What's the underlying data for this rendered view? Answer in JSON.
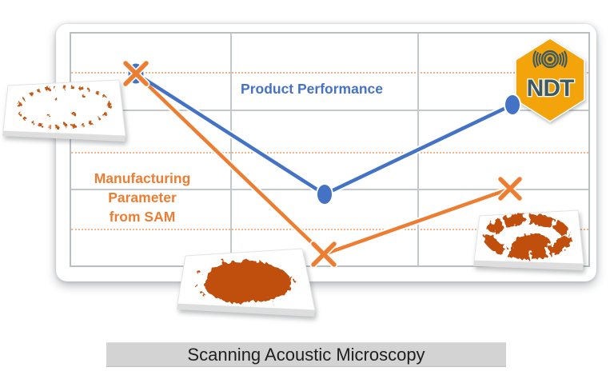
{
  "colors": {
    "series_blue": "#4472C4",
    "series_orange": "#ED7D31",
    "dashed_gridline_orange": "#F2B488",
    "gridline_gray": "#C3C8CB",
    "scan_pattern_orange": "#C05A17",
    "logo_amber": "#F3A40B",
    "logo_dark_slate": "#3E5A60",
    "caption_bg": "#D3D3D3"
  },
  "chart": {
    "blue_label": "Product Performance",
    "orange_label": {
      "line1": "Manufacturing",
      "line2": "Parameter",
      "line3": "from SAM"
    }
  },
  "logo": {
    "text": "NDT"
  },
  "caption": {
    "text": "Scanning Acoustic Microscopy"
  },
  "icons": {
    "logo_icon": "acoustic-bullseye-with-sound-waves-icon",
    "marker_blue": "ellipse-marker",
    "marker_orange": "x-marker"
  },
  "scan_images": [
    {
      "name": "sam-scan-top-left",
      "pattern": "sparse speckled elliptical ring"
    },
    {
      "name": "sam-scan-bottom-center",
      "pattern": "dense solid irregular blob"
    },
    {
      "name": "sam-scan-right",
      "pattern": "dense jagged ring with center blob"
    }
  ],
  "chart_data": {
    "type": "line",
    "x": [
      1,
      2,
      3
    ],
    "series": [
      {
        "name": "Product Performance",
        "color": "#4472C4",
        "marker": "ellipse",
        "values_grid_units": [
          5.0,
          1.9,
          4.2
        ]
      },
      {
        "name": "Manufacturing Parameter from SAM",
        "color": "#ED7D31",
        "marker": "x",
        "values_grid_units": [
          5.0,
          0.3,
          2.0
        ]
      }
    ],
    "title": "",
    "xlabel": "",
    "ylabel": "",
    "axis_ticks_labeled": false,
    "grid": "on",
    "ylim_grid_units": [
      0,
      6
    ],
    "gridlines": {
      "horizontal_solid_rows_grid_units": [
        0,
        2,
        4,
        6
      ],
      "horizontal_dashed_orange_rows_grid_units": [
        1,
        3,
        5
      ],
      "vertical_divisions": 3
    },
    "legend_position": "none (labels annotated inline on plot)",
    "annotations": [
      "Product Performance",
      "Manufacturing Parameter from SAM",
      "NDT",
      "Scanning Acoustic Microscopy"
    ]
  }
}
